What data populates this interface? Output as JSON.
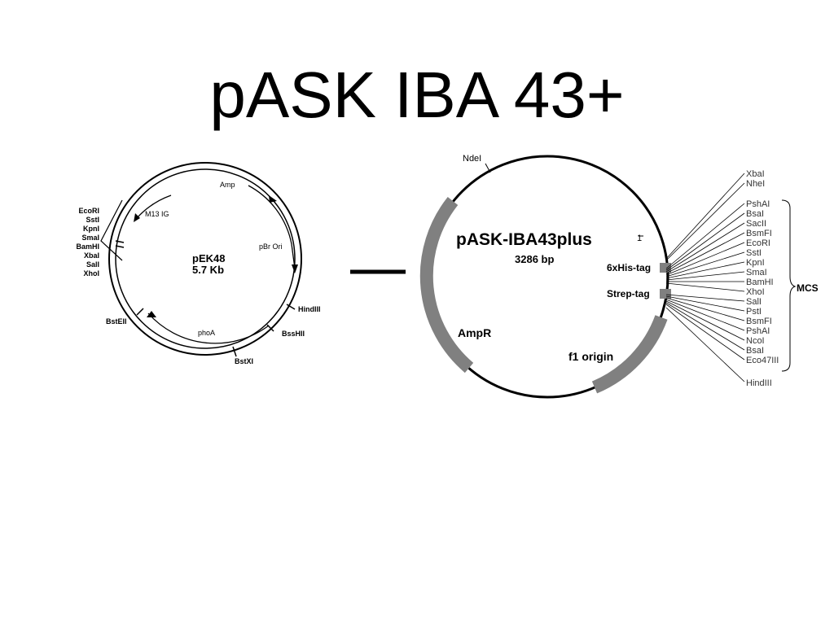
{
  "slide": {
    "title": "pASK IBA 43+"
  },
  "pek48": {
    "name": "pEK48",
    "size": "5.7 Kb",
    "features": {
      "amp": "Amp",
      "m13": "M13 IG",
      "pbr": "pBr Ori",
      "phoa": "phoA"
    },
    "mcs_sites": [
      "EcoRI",
      "SstI",
      "KpnI",
      "SmaI",
      "BamHI",
      "XbaI",
      "SalI",
      "XhoI"
    ],
    "sites": {
      "hindiii": "HindIII",
      "bsshii": "BssHII",
      "bstxi": "BstXI",
      "bsteii": "BstEII"
    }
  },
  "ask": {
    "name": "pASK-IBA43plus",
    "size": "3286 bp",
    "ndei": "NdeI",
    "one": "1",
    "his_tag": "6xHis-tag",
    "strep_tag": "Strep-tag",
    "ampr": "AmpR",
    "f1": "f1 origin",
    "mcs_label": "MCS",
    "top_sites": [
      "XbaI",
      "NheI"
    ],
    "mcs_sites": [
      "PshAI",
      "BsaI",
      "SacII",
      "BsmFI",
      "EcoRI",
      "SstI",
      "KpnI",
      "SmaI",
      "BamHI",
      "XhoI",
      "SalI",
      "PstI",
      "BsmFI",
      "PshAI",
      "NcoI",
      "BsaI",
      "Eco47III"
    ],
    "bottom_site": "HindIII"
  },
  "colors": {
    "feature_gray": "#808080",
    "line": "#000000"
  }
}
